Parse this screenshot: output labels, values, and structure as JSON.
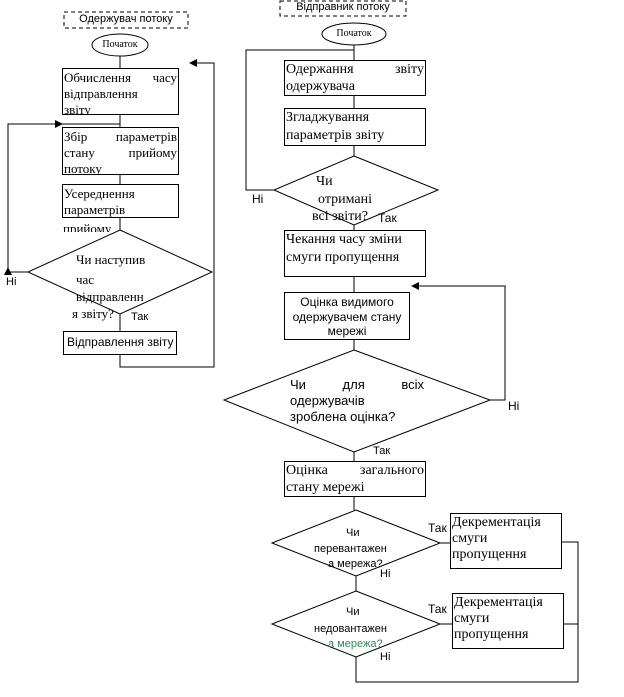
{
  "receiver": {
    "title": "Одержувач потоку",
    "start": "Початок",
    "compute_time": [
      "Обчислення часу",
      "відправлення",
      "звіту"
    ],
    "collect_params": [
      "Збір параметрів",
      "стану прийому",
      "потоку"
    ],
    "average_params": [
      "Усереднення",
      "параметрів",
      "прийому"
    ],
    "decision_time": [
      "Чи наступив",
      "час",
      "відправленн",
      "я звіту?"
    ],
    "decision_yes": "Так",
    "decision_no": "Ні",
    "send_report": "Відправлення звіту"
  },
  "sender": {
    "title": "Відправник потоку",
    "start": "Початок",
    "receive_report": [
      "Одержання звіту",
      "одержувача"
    ],
    "smooth_params": [
      "Згладжування",
      "параметрів звіту"
    ],
    "decision_all_reports": [
      "Чи",
      "отримані",
      "всі звіти?"
    ],
    "all_reports_yes": "Так",
    "all_reports_no": "Ні",
    "wait_time": [
      "Чекання часу зміни",
      "смуги пропущення"
    ],
    "estimate_state": [
      "Оцінка видимого",
      "одержувачем стану",
      "мережі"
    ],
    "decision_all_estimated": [
      "Чи для всіх",
      "одержувачів",
      "зроблена оцінка?"
    ],
    "all_estimated_yes": "Так",
    "all_estimated_no": "Ні",
    "overall_state": [
      "Оцінка загального",
      "стану мережі"
    ],
    "decision_overloaded": [
      "Чи",
      "перевантажен",
      "а мережа?"
    ],
    "overloaded_yes": "Так",
    "overloaded_no": "Ні",
    "decrement_1": [
      "Декрементація",
      "смуги",
      "пропущення"
    ],
    "decision_underloaded": [
      "Чи",
      "недовантажен",
      "а мережа?"
    ],
    "underloaded_yes": "Так",
    "underloaded_no": "Ні",
    "decrement_2": [
      "Декрементація",
      "смуги",
      "пропущення"
    ]
  },
  "colors": {
    "highlight_text": "#2e8b57"
  }
}
